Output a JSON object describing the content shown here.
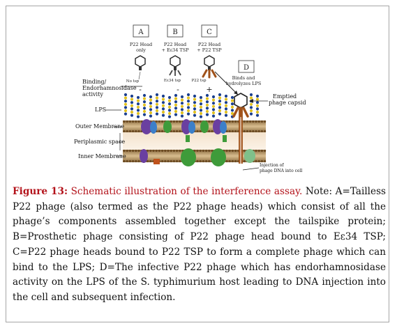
{
  "figure": {
    "panels": [
      {
        "letter": "A",
        "line1": "P22 Head",
        "line2": "only",
        "tip_label": "No tsp",
        "sign": "-"
      },
      {
        "letter": "B",
        "line1": "P22 Head",
        "line2": "+ Eε34 TSP",
        "tip_label": "Eε34 tsp",
        "sign": "-"
      },
      {
        "letter": "C",
        "line1": "P22 Head",
        "line2": "+ P22 TSP",
        "tip_label": "P22 tsp",
        "sign": "+"
      }
    ],
    "panel_d": {
      "letter": "D",
      "line1": "Binds and",
      "line2": "hydrolyzes LPS"
    },
    "labels": {
      "binding_line1": "Binding/",
      "binding_line2": "Endorhamnosidase",
      "binding_line3": "activity",
      "lps": "LPS",
      "outer_membrane": "Outer Membrane",
      "periplasmic": "Periplasmic space",
      "inner_membrane": "Inner Membrane",
      "capsid_line1": "Emptied",
      "capsid_line2": "phage capsid",
      "injection_line1": "Injection of",
      "injection_line2": "phage DNA into cell"
    },
    "colors": {
      "lps_beads": [
        "#1b3f8f",
        "#e2c21f"
      ],
      "membrane_fill": "#c9a97a",
      "periplasm": "#f6e7d4",
      "tsp_c": "#a0521a",
      "protein_green": "#3e9b3a",
      "protein_purple": "#6a3fa0",
      "protein_blue": "#3c7fc9"
    }
  },
  "caption": {
    "label": "Figure 13:",
    "title": "Schematic illustration of the interference assay.",
    "body": "Note: A=Tailless P22 phage (also termed as the P22 phage heads) which consist of all the phage’s components assembled together except the tailspike protein; B=Prosthetic phage consisting of P22 phage head bound to Eε34 TSP; C=P22 phage heads bound to P22 TSP to form a complete phage which can bind to the LPS; D=The infective P22 phage which has endorhamnosidase activity on the LPS of the S. typhimurium host leading to DNA injection into the cell and subsequent infection."
  }
}
